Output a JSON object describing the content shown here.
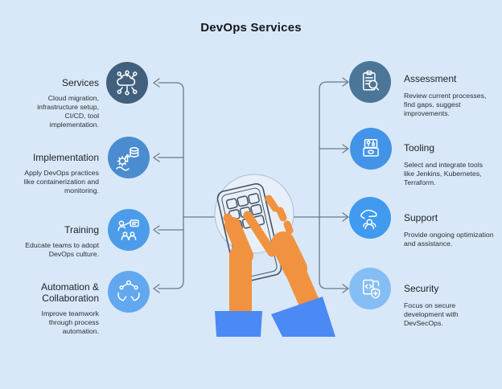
{
  "title": "DevOps Services",
  "colors": {
    "background": "#d9e8f8",
    "line": "#6b7986",
    "title_text": "#14171b",
    "body_text": "#2b2f34",
    "icon_stroke": "#ffffff",
    "skin": "#f0923f",
    "sleeve": "#4b89f5",
    "circle_fill": "#e7f0fa",
    "circle_stroke": "#a9bed3",
    "phone_fill": "#fbfdff",
    "phone_stroke": "#46525e"
  },
  "left_items": [
    {
      "label": "Services",
      "description": "Cloud migration, infrastructure setup, CI/CD, tool implementation.",
      "icon": "cloud-network-icon",
      "icon_bg": "#41607e"
    },
    {
      "label": "Implementation",
      "description": "Apply DevOps practices like containerization and monitoring.",
      "icon": "gear-database-icon",
      "icon_bg": "#4b8cd0"
    },
    {
      "label": "Training",
      "description": "Educate teams to adopt DevOps culture.",
      "icon": "training-presentation-icon",
      "icon_bg": "#4c9ceb"
    },
    {
      "label": "Automation & Collaboration",
      "description": "Improve teamwork through process automation.",
      "icon": "hands-connected-nodes-icon",
      "icon_bg": "#61a8f1"
    }
  ],
  "right_items": [
    {
      "label": "Assessment",
      "description": "Review current processes, find gaps, suggest improvements.",
      "icon": "clipboard-magnifier-icon",
      "icon_bg": "#4b7697"
    },
    {
      "label": "Tooling",
      "description": "Select and integrate tools like Jenkins, Kubernetes, Terraform.",
      "icon": "toolbox-icon",
      "icon_bg": "#4394e8"
    },
    {
      "label": "Support",
      "description": "Provide ongoing optimization and assistance.",
      "icon": "caring-hand-icon",
      "icon_bg": "#3f9af0"
    },
    {
      "label": "Security",
      "description": "Focus on secure development with DevSecOps.",
      "icon": "secure-document-shield-icon",
      "icon_bg": "#85bef5"
    }
  ],
  "center_illustration": {
    "description": "hands typing on a phone keypad"
  }
}
